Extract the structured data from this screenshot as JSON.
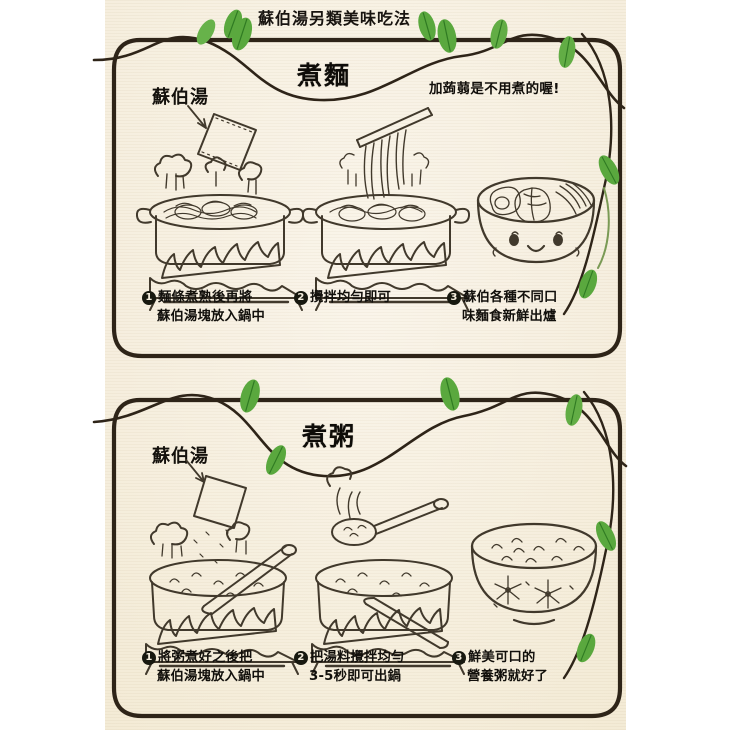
{
  "page": {
    "background_outer": "#ffffff",
    "background_paper": "#f7efdf",
    "ink_color": "#2e2418",
    "leaf_color": "#57a83c",
    "header_title": "蘇伯湯另類美味吃法"
  },
  "sections": [
    {
      "id": "noodle",
      "title": "煮麵",
      "brand_label": "蘇伯湯",
      "note": "加蒟蒻是不用煮的喔!",
      "steps": [
        {
          "num": "1",
          "line1": "麵條煮熟後再將",
          "line2": "蘇伯湯塊放入鍋中"
        },
        {
          "num": "2",
          "line1": "攪拌均勻即可",
          "line2": ""
        },
        {
          "num": "3",
          "line1": "蘇伯各種不同口",
          "line2": "味麵食新鮮出爐"
        }
      ],
      "illustrations": [
        {
          "name": "pot-with-noodles-and-soup-packet"
        },
        {
          "name": "pot-with-chopsticks-lifting-noodles"
        },
        {
          "name": "smiling-noodle-bowl"
        }
      ]
    },
    {
      "id": "porridge",
      "title": "煮粥",
      "brand_label": "蘇伯湯",
      "note": "",
      "steps": [
        {
          "num": "1",
          "line1": "將粥煮好之後把",
          "line2": "蘇伯湯塊放入鍋中"
        },
        {
          "num": "2",
          "line1": "把湯料攪拌均勻",
          "line2": "3-5秒即可出鍋"
        },
        {
          "num": "3",
          "line1": "鮮美可口的",
          "line2": "營養粥就好了"
        }
      ],
      "illustrations": [
        {
          "name": "porridge-pot-with-ladle-and-soup-packet"
        },
        {
          "name": "porridge-pot-with-spoon"
        },
        {
          "name": "porridge-bowl-with-flowers"
        }
      ]
    }
  ],
  "decorations": {
    "vine_name": "vine-branch",
    "leaf_name": "leaf"
  }
}
